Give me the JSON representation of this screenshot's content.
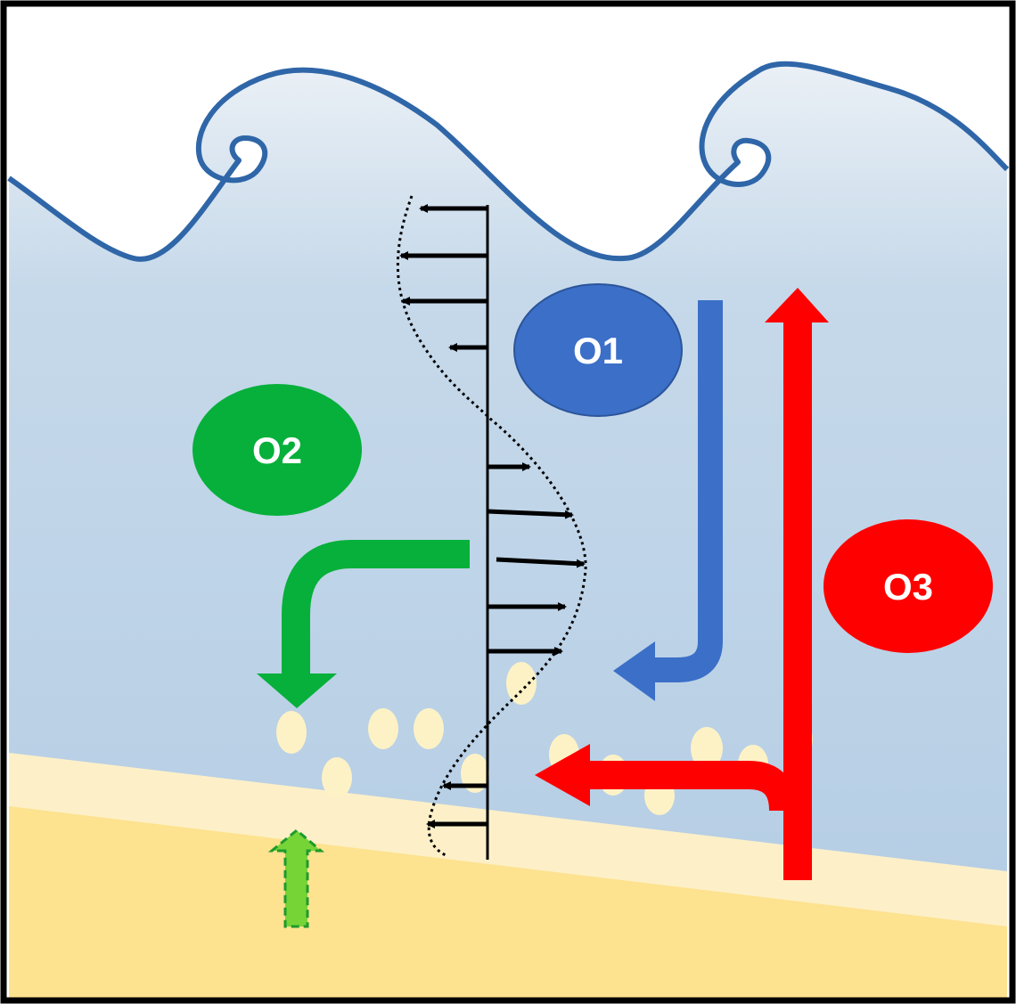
{
  "labels": {
    "o1": "O1",
    "o2": "O2",
    "o3": "O3"
  },
  "colors": {
    "water_light": "#dfe8f1",
    "water": "#bcd2e6",
    "wave_line": "#2f66a8",
    "sand_light": "#fdf0c8",
    "sand": "#fde28f",
    "sediment": "#fdf2c6",
    "o1": "#3b6fc8",
    "o2": "#06b03a",
    "o3": "#ff0000",
    "upward_flux": "#76d436",
    "profile": "#000000",
    "frame": "#000000"
  },
  "icons": {
    "o1_arrow": "down-turn-left-arrow",
    "o2_arrow": "left-turn-down-arrow",
    "o3_arrow": "up-and-left-t-arrow",
    "flux_arrow": "dashed-up-arrow",
    "velocity_profile": "oscillating-velocity-profile"
  }
}
